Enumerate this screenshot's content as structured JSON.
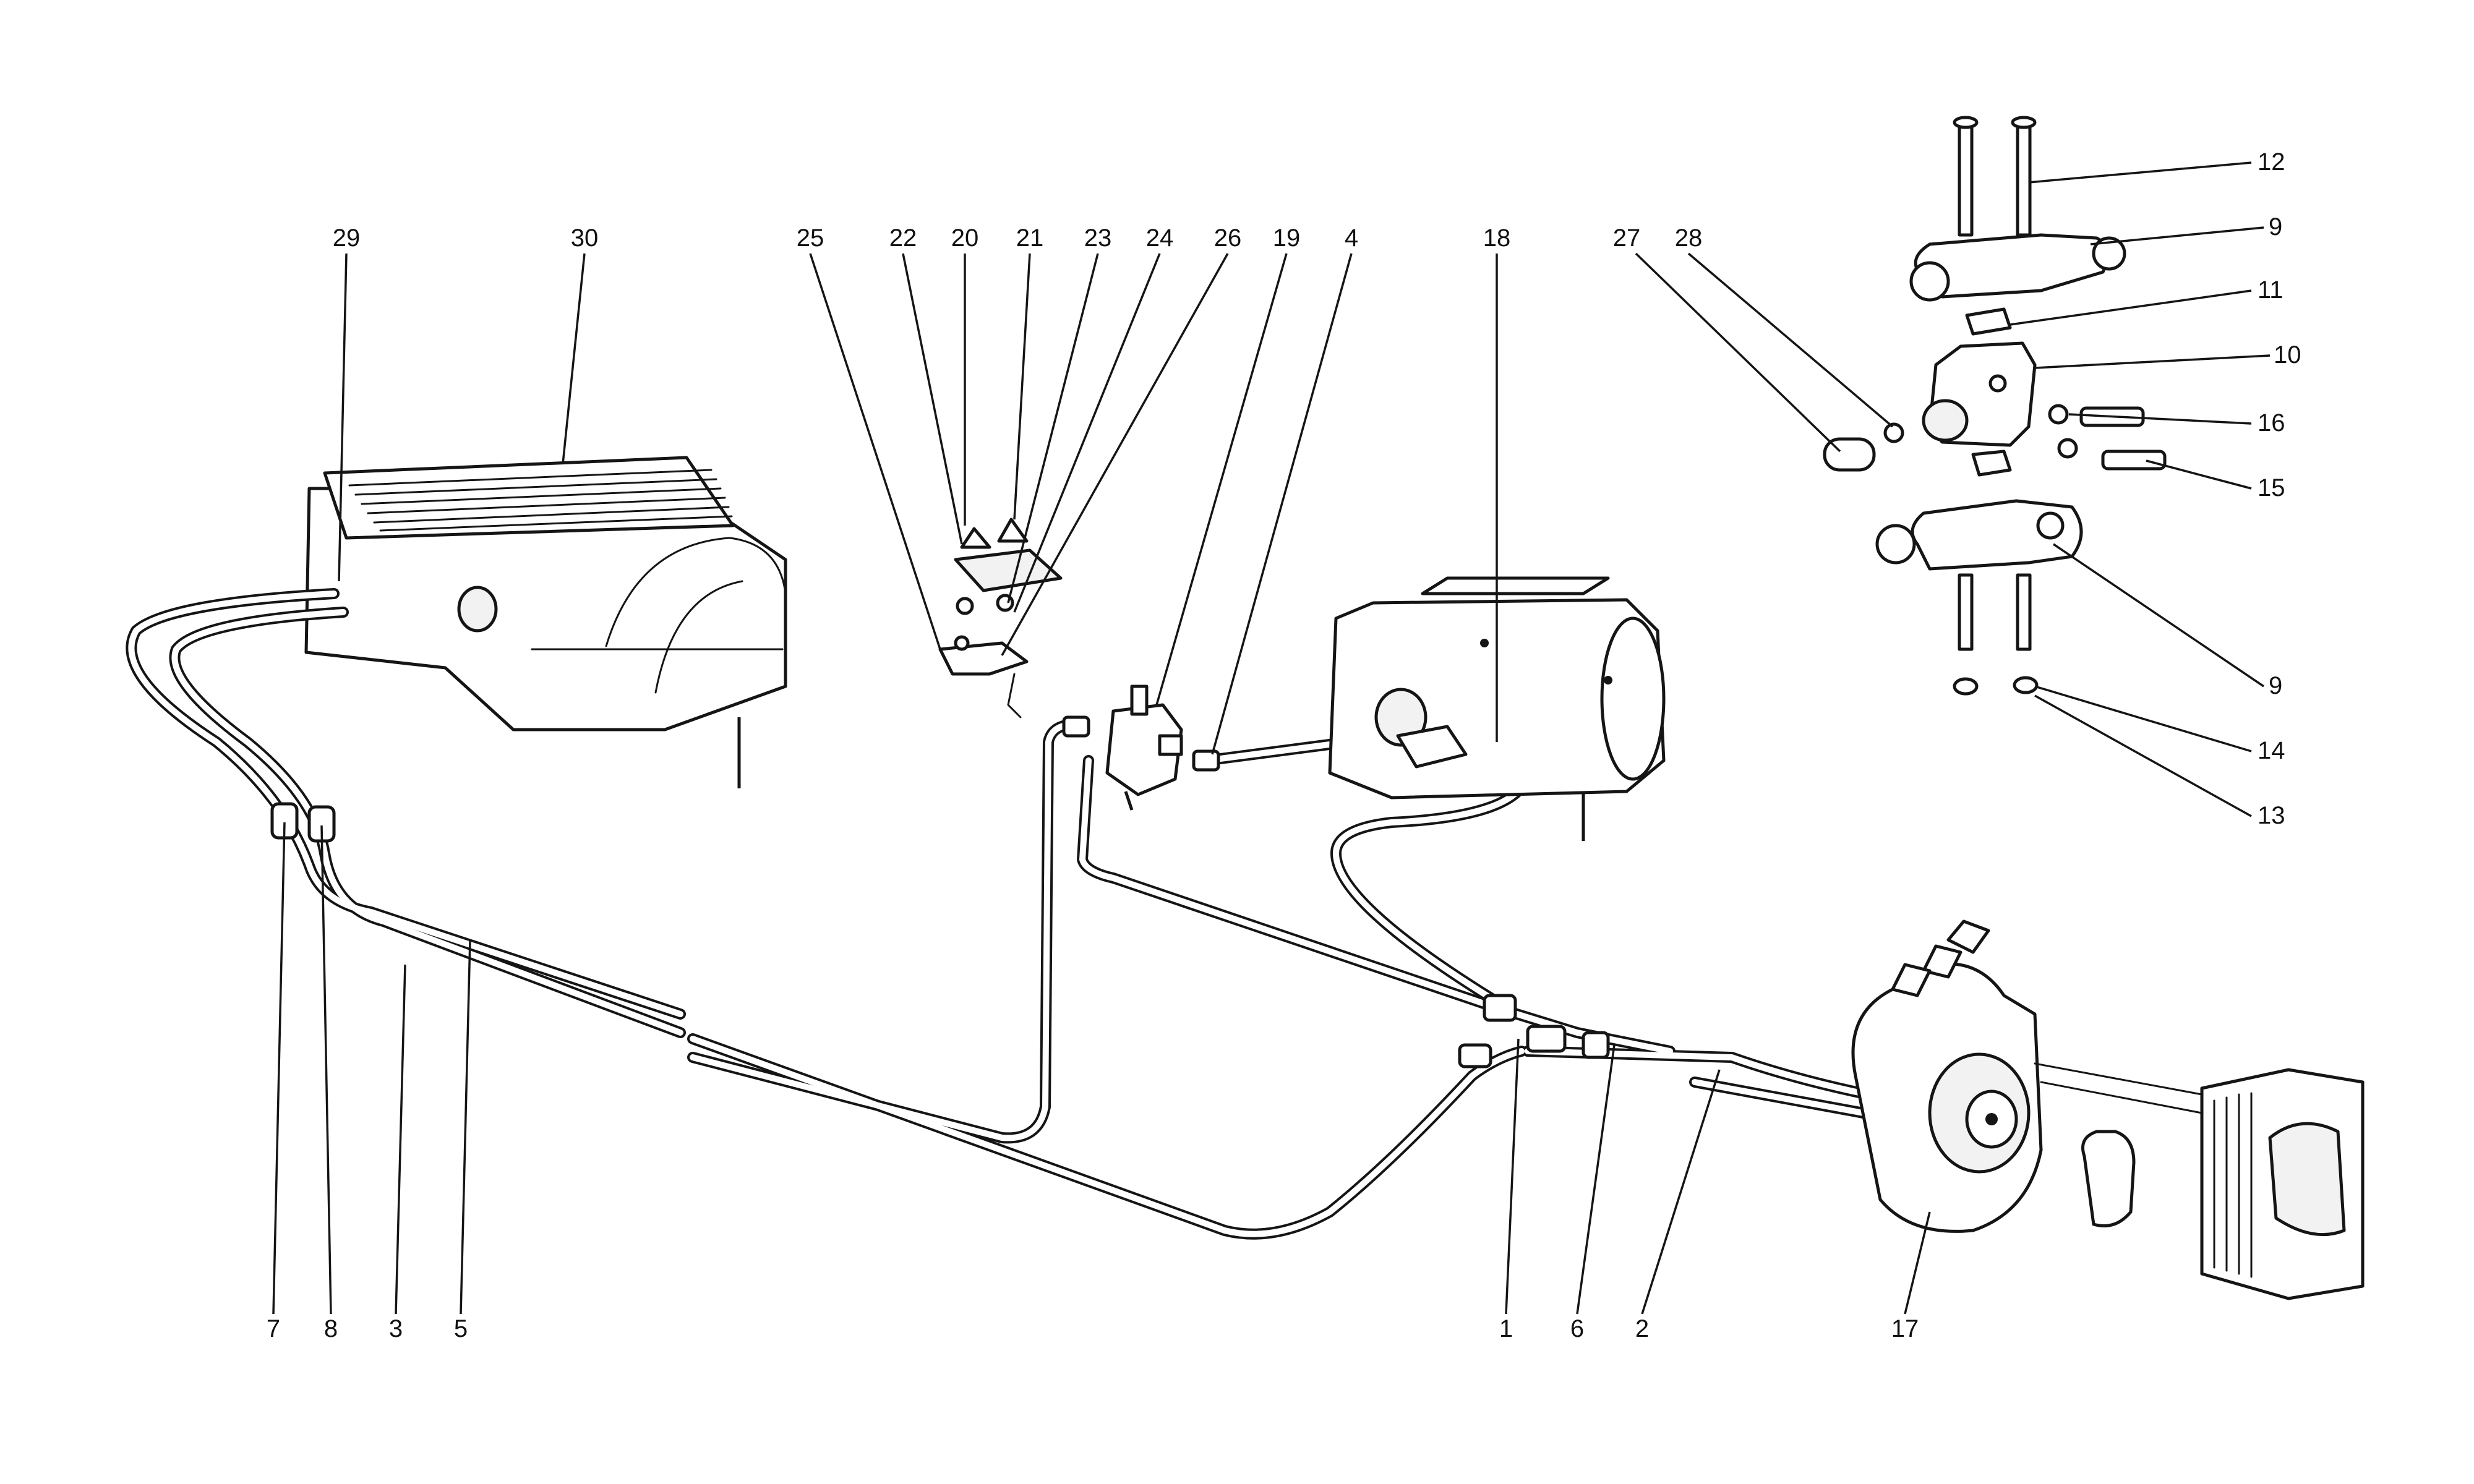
{
  "diagram": {
    "colors": {
      "ink": "#151515",
      "paper": "#ffffff"
    },
    "callouts": [
      {
        "id": "29",
        "text": "29"
      },
      {
        "id": "30",
        "text": "30"
      },
      {
        "id": "25",
        "text": "25"
      },
      {
        "id": "22",
        "text": "22"
      },
      {
        "id": "20",
        "text": "20"
      },
      {
        "id": "21",
        "text": "21"
      },
      {
        "id": "23",
        "text": "23"
      },
      {
        "id": "24",
        "text": "24"
      },
      {
        "id": "26",
        "text": "26"
      },
      {
        "id": "19",
        "text": "19"
      },
      {
        "id": "4",
        "text": "4"
      },
      {
        "id": "18",
        "text": "18"
      },
      {
        "id": "27",
        "text": "27"
      },
      {
        "id": "28",
        "text": "28"
      },
      {
        "id": "12",
        "text": "12"
      },
      {
        "id": "9a",
        "text": "9"
      },
      {
        "id": "11",
        "text": "11"
      },
      {
        "id": "10",
        "text": "10"
      },
      {
        "id": "16",
        "text": "16"
      },
      {
        "id": "15",
        "text": "15"
      },
      {
        "id": "9b",
        "text": "9"
      },
      {
        "id": "14",
        "text": "14"
      },
      {
        "id": "13",
        "text": "13"
      },
      {
        "id": "7",
        "text": "7"
      },
      {
        "id": "8",
        "text": "8"
      },
      {
        "id": "3",
        "text": "3"
      },
      {
        "id": "5",
        "text": "5"
      },
      {
        "id": "1",
        "text": "1"
      },
      {
        "id": "6",
        "text": "6"
      },
      {
        "id": "2",
        "text": "2"
      },
      {
        "id": "17",
        "text": "17"
      }
    ]
  }
}
